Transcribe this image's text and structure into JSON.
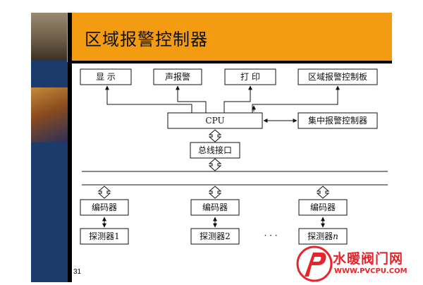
{
  "title": "区域报警控制器",
  "page_number": "31",
  "boxes": {
    "display": "显 示",
    "sound_alarm": "声报警",
    "print": "打 印",
    "area_panel": "区域报警控制板",
    "cpu": "CPU",
    "central_controller": "集中报警控制器",
    "bus_interface": "总线接口",
    "encoder": "编码器",
    "detector_1": "探测器1",
    "detector_2": "探测器2",
    "detector_n_prefix": "探测器",
    "detector_n_suffix": "n",
    "ellipsis": "· · ·"
  },
  "watermark": {
    "name": "水暖阀门网",
    "url": "WWW.PVCPU.COM",
    "logo_letter": "P",
    "color": "#e8242b"
  },
  "colors": {
    "title_bar": "#f39c12",
    "side_strip": "#1a3b6b"
  }
}
